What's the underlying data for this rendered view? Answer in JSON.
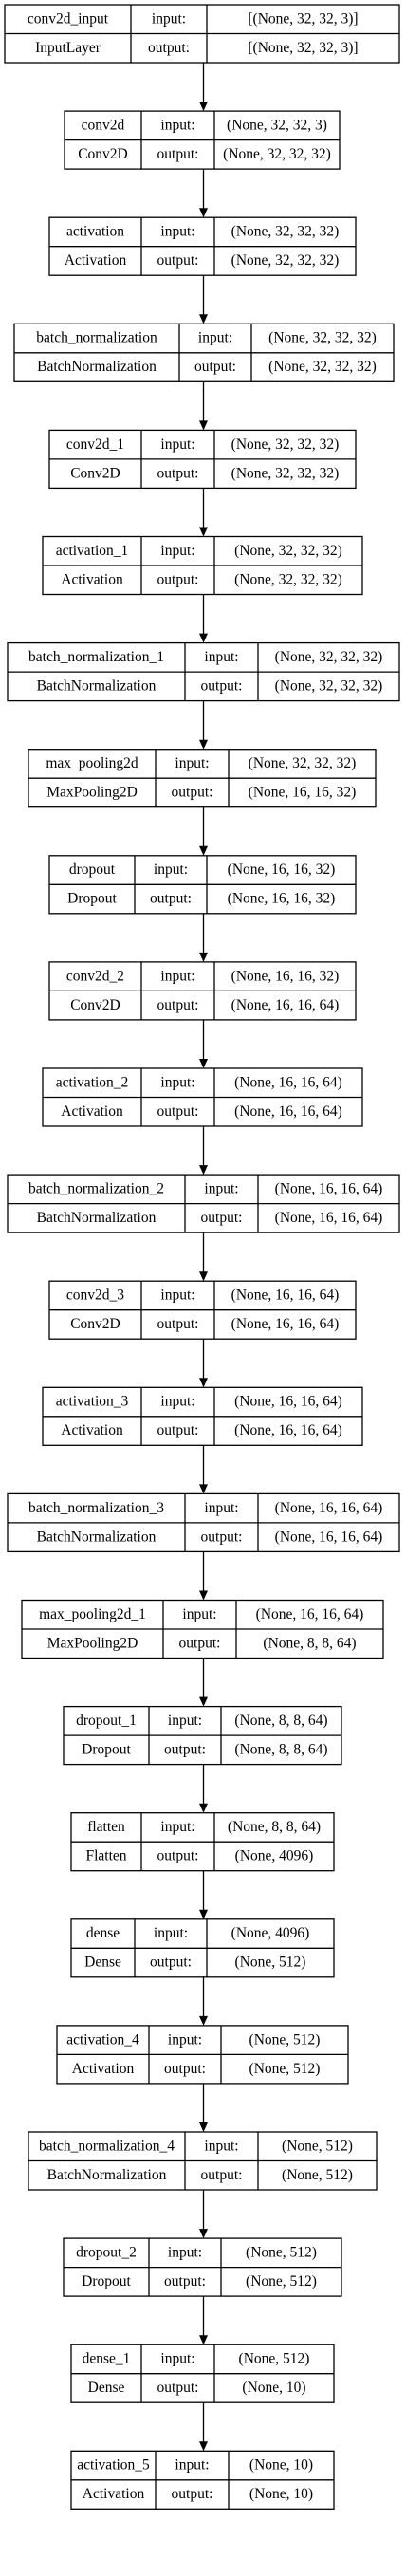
{
  "diagram": {
    "labels": {
      "input": "input:",
      "output": "output:"
    },
    "layers": [
      {
        "name": "conv2d_input",
        "type": "InputLayer",
        "input": "[(None, 32, 32, 3)]",
        "output": "[(None, 32, 32, 3)]"
      },
      {
        "name": "conv2d",
        "type": "Conv2D",
        "input": "(None, 32, 32, 3)",
        "output": "(None, 32, 32, 32)"
      },
      {
        "name": "activation",
        "type": "Activation",
        "input": "(None, 32, 32, 32)",
        "output": "(None, 32, 32, 32)"
      },
      {
        "name": "batch_normalization",
        "type": "BatchNormalization",
        "input": "(None, 32, 32, 32)",
        "output": "(None, 32, 32, 32)"
      },
      {
        "name": "conv2d_1",
        "type": "Conv2D",
        "input": "(None, 32, 32, 32)",
        "output": "(None, 32, 32, 32)"
      },
      {
        "name": "activation_1",
        "type": "Activation",
        "input": "(None, 32, 32, 32)",
        "output": "(None, 32, 32, 32)"
      },
      {
        "name": "batch_normalization_1",
        "type": "BatchNormalization",
        "input": "(None, 32, 32, 32)",
        "output": "(None, 32, 32, 32)"
      },
      {
        "name": "max_pooling2d",
        "type": "MaxPooling2D",
        "input": "(None, 32, 32, 32)",
        "output": "(None, 16, 16, 32)"
      },
      {
        "name": "dropout",
        "type": "Dropout",
        "input": "(None, 16, 16, 32)",
        "output": "(None, 16, 16, 32)"
      },
      {
        "name": "conv2d_2",
        "type": "Conv2D",
        "input": "(None, 16, 16, 32)",
        "output": "(None, 16, 16, 64)"
      },
      {
        "name": "activation_2",
        "type": "Activation",
        "input": "(None, 16, 16, 64)",
        "output": "(None, 16, 16, 64)"
      },
      {
        "name": "batch_normalization_2",
        "type": "BatchNormalization",
        "input": "(None, 16, 16, 64)",
        "output": "(None, 16, 16, 64)"
      },
      {
        "name": "conv2d_3",
        "type": "Conv2D",
        "input": "(None, 16, 16, 64)",
        "output": "(None, 16, 16, 64)"
      },
      {
        "name": "activation_3",
        "type": "Activation",
        "input": "(None, 16, 16, 64)",
        "output": "(None, 16, 16, 64)"
      },
      {
        "name": "batch_normalization_3",
        "type": "BatchNormalization",
        "input": "(None, 16, 16, 64)",
        "output": "(None, 16, 16, 64)"
      },
      {
        "name": "max_pooling2d_1",
        "type": "MaxPooling2D",
        "input": "(None, 16, 16, 64)",
        "output": "(None, 8, 8, 64)"
      },
      {
        "name": "dropout_1",
        "type": "Dropout",
        "input": "(None, 8, 8, 64)",
        "output": "(None, 8, 8, 64)"
      },
      {
        "name": "flatten",
        "type": "Flatten",
        "input": "(None, 8, 8, 64)",
        "output": "(None, 4096)"
      },
      {
        "name": "dense",
        "type": "Dense",
        "input": "(None, 4096)",
        "output": "(None, 512)"
      },
      {
        "name": "activation_4",
        "type": "Activation",
        "input": "(None, 512)",
        "output": "(None, 512)"
      },
      {
        "name": "batch_normalization_4",
        "type": "BatchNormalization",
        "input": "(None, 512)",
        "output": "(None, 512)"
      },
      {
        "name": "dropout_2",
        "type": "Dropout",
        "input": "(None, 512)",
        "output": "(None, 512)"
      },
      {
        "name": "dense_1",
        "type": "Dense",
        "input": "(None, 512)",
        "output": "(None, 10)"
      },
      {
        "name": "activation_5",
        "type": "Activation",
        "input": "(None, 10)",
        "output": "(None, 10)"
      }
    ]
  }
}
